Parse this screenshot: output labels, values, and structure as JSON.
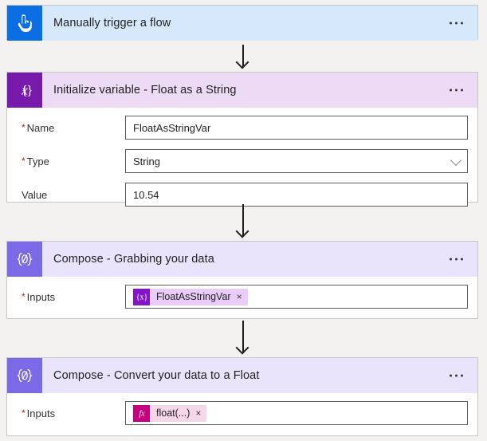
{
  "flow": {
    "steps": [
      {
        "id": "trigger",
        "title": "Manually trigger a flow",
        "icon": "tap-hand-icon",
        "menu": "•••",
        "fields": []
      },
      {
        "id": "initialize-variable",
        "title": "Initialize variable - Float as a String",
        "icon": "variable-braces-x-icon",
        "menu": "•••",
        "fields": [
          {
            "label": "Name",
            "required": true,
            "value": "FloatAsStringVar",
            "kind": "text"
          },
          {
            "label": "Type",
            "required": true,
            "value": "String",
            "kind": "select"
          },
          {
            "label": "Value",
            "required": false,
            "value": "10.54",
            "kind": "text"
          }
        ]
      },
      {
        "id": "compose-grabbing-your-data",
        "title": "Compose - Grabbing your data",
        "icon": "compose-braces-pencil-icon",
        "menu": "•••",
        "fields": [
          {
            "label": "Inputs",
            "required": true,
            "kind": "token",
            "token": {
              "type": "variable",
              "icon_glyph": "{x}",
              "text": "FloatAsStringVar",
              "remove": "×"
            }
          }
        ]
      },
      {
        "id": "compose-convert-your-data-to-a-float",
        "title": "Compose - Convert your data to a Float",
        "icon": "compose-braces-pencil-icon",
        "menu": "•••",
        "fields": [
          {
            "label": "Inputs",
            "required": true,
            "kind": "token",
            "token": {
              "type": "expression",
              "icon_glyph": "fx",
              "text": "float(...)",
              "remove": "×"
            }
          }
        ]
      }
    ]
  },
  "colors": {
    "canvas_background": "#f3f2f1",
    "trigger_header": "#d6e8fb",
    "trigger_icon": "#0b6fe3",
    "variable_header": "#eddbf5",
    "variable_icon": "#7719aa",
    "compose_header": "#e9e4fb",
    "compose_icon": "#7b69e8",
    "token_variable_icon": "#8315c8",
    "token_variable_chip": "#e9ccf7",
    "token_expression_icon": "#c6007e",
    "token_expression_chip": "#f6d6e9",
    "required_asterisk": "#a4262c",
    "card_border": "#c8c6c4",
    "connector": "#201f1e"
  }
}
